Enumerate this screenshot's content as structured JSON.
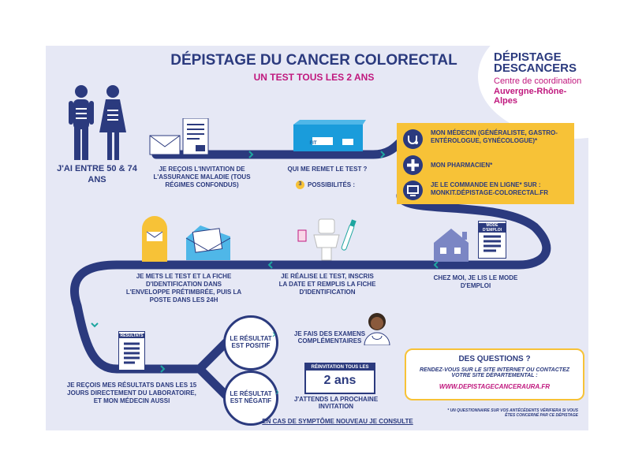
{
  "header": {
    "title": "DÉPISTAGE DU CANCER COLORECTAL",
    "subtitle": "UN TEST TOUS LES 2 ANS"
  },
  "logo": {
    "line1": "DÉPISTAGE",
    "line2": "DESCANCERS",
    "line3": "Centre de coordination",
    "line4": "Auvergne-Rhône-Alpes"
  },
  "steps": {
    "age": "J'AI ENTRE 50 & 74 ANS",
    "invitation": "JE REÇOIS L'INVITATION DE L'ASSURANCE MALADIE (TOUS RÉGIMES CONFONDUS)",
    "who_gives": "QUI ME REMET LE TEST ?",
    "possibilities_num": "3",
    "possibilities": "POSSIBILITÉS :",
    "home": "CHEZ MOI, JE LIS LE MODE D'EMPLOI",
    "do_test": "JE RÉALISE LE TEST, INSCRIS LA DATE ET REMPLIS LA FICHE D'IDENTIFICATION",
    "send": "JE METS LE TEST ET LA FICHE D'IDENTIFICATION DANS L'ENVELOPPE PRÉTIMBRÉE, PUIS LA POSTE DANS LES 24H",
    "results": "JE REÇOIS MES RÉSULTATS DANS LES 15 JOURS DIRECTEMENT DU LABORATOIRE, ET MON MÉDECIN AUSSI"
  },
  "options": [
    "MON MÉDECIN (GÉNÉRALISTE, GASTRO-ENTÉROLOGUE, GYNÉCOLOGUE)*",
    "MON PHARMACIEN*",
    "JE LE COMMANDE EN LIGNE* SUR : MONKIT.DÉPISTAGE-COLORECTAL.FR"
  ],
  "doc_labels": {
    "mode_emploi": "MODE D'EMPLOI",
    "resultats": "RÉSULTATS",
    "kit": "FIT"
  },
  "outcomes": {
    "positive": "LE RÉSULTAT EST POSITIF",
    "positive_action": "JE FAIS DES EXAMENS COMPLÉMENTAIRES",
    "negative": "LE RÉSULTAT EST NÉGATIF",
    "reinvite_label": "RÉINVITATION TOUS LES",
    "reinvite_value": "2 ans",
    "negative_action": "J'ATTENDS LA PROCHAINE INVITATION",
    "symptom": "EN CAS DE SYMPTÔME NOUVEAU JE CONSULTE"
  },
  "questions": {
    "title": "DES QUESTIONS ?",
    "body": "RENDEZ-VOUS SUR LE SITE INTERNET OU CONTACTEZ VOTRE SITE DÉPARTEMENTAL :",
    "url": "WWW.DEPISTAGECANCERAURA.FR"
  },
  "footnote": "* UN QUESTIONNAIRE SUR VOS ANTÉCÉDENTS VÉRIFIERA SI VOUS ÊTES CONCERNÉ PAR CE DÉPISTAGE",
  "colors": {
    "navy": "#2b3a7e",
    "magenta": "#c0187e",
    "yellow": "#f7c237",
    "teal": "#1ea6a0",
    "panel": "#e6e8f5"
  }
}
